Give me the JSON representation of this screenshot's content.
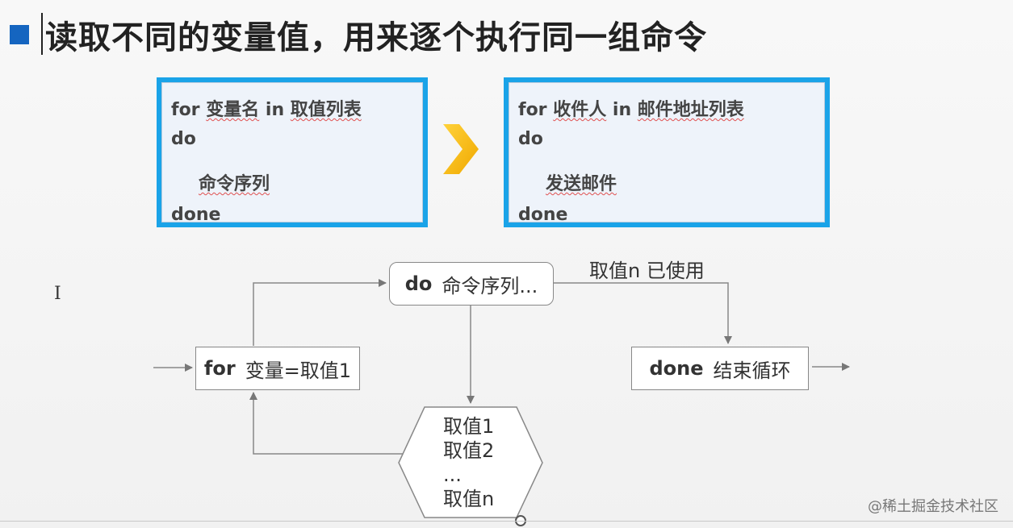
{
  "slide": {
    "title": "读取不同的变量值，用来逐个执行同一组命令"
  },
  "syntax_box": {
    "line1_for": "for",
    "line1_var": "变量名",
    "line1_in": "in",
    "line1_list": "取值列表",
    "line2": "do",
    "line3": "命令序列",
    "line4": "done"
  },
  "example_box": {
    "line1_for": "for",
    "line1_var": "收件人",
    "line1_in": "in",
    "line1_list": "邮件地址列表",
    "line2": "do",
    "line3": "发送邮件",
    "line4": "done"
  },
  "flow": {
    "do_keyword": "do",
    "do_text": "命令序列...",
    "for_keyword": "for",
    "for_text": "变量=取值1",
    "done_keyword": "done",
    "done_text": "结束循环",
    "used_label": "取值n 已使用",
    "values": [
      "取值1",
      "取值2",
      "...",
      "取值n"
    ]
  },
  "cursor_glyph": "I",
  "watermark": "@稀土掘金技术社区",
  "colors": {
    "accent_blue": "#1aa3e8",
    "title_square": "#1565c0",
    "chevron": "#f5b800"
  }
}
